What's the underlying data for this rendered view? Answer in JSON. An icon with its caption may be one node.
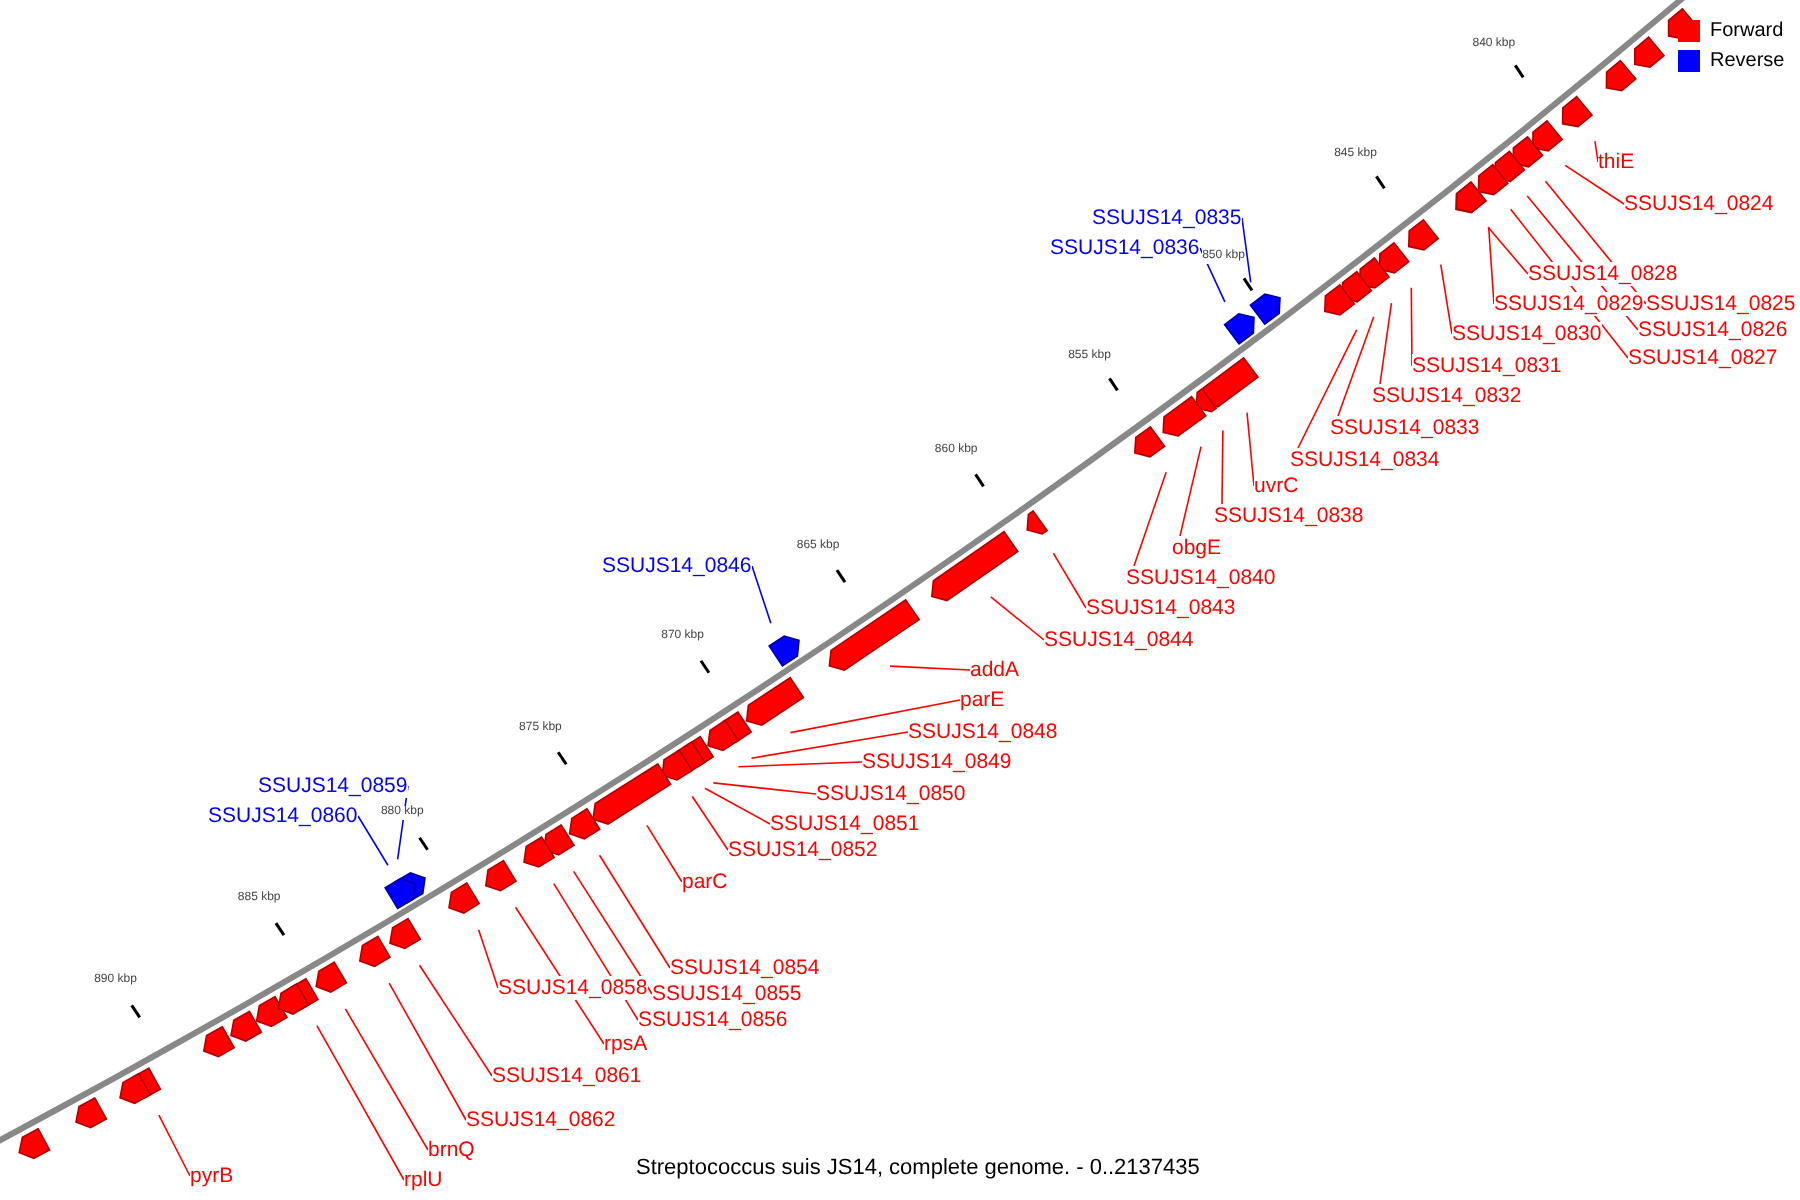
{
  "diagram": {
    "caption": "Streptococcus suis JS14, complete genome. - 0..2137435",
    "nodes": [
      {
        "text": [
          "thiE"
        ]
      },
      {
        "text": [
          "SSUJS14_0824"
        ]
      },
      {
        "text": [
          "SSUJS14_0828"
        ]
      },
      {
        "text": [
          "SSUJS14_0825"
        ]
      },
      {
        "text": [
          "SSUJS14_0829"
        ]
      },
      {
        "text": [
          "SSUJS14_0826"
        ]
      },
      {
        "text": [
          "SSUJS14_0830"
        ]
      },
      {
        "text": [
          "SSUJS14_0827"
        ]
      },
      {
        "text": [
          "SSUJS14_0831"
        ]
      },
      {
        "text": [
          "SSUJS14_0832"
        ]
      },
      {
        "text": [
          "SSUJS14_0833"
        ]
      },
      {
        "text": [
          "SSUJS14_0834"
        ]
      },
      {
        "text": [
          "uvrC"
        ]
      },
      {
        "text": [
          "SSUJS14_0838"
        ]
      },
      {
        "text": [
          "obgE"
        ]
      },
      {
        "text": [
          "SSUJS14_0840"
        ]
      },
      {
        "text": [
          "SSUJS14_0843"
        ]
      },
      {
        "text": [
          "SSUJS14_0844"
        ]
      },
      {
        "text": [
          "addA"
        ]
      },
      {
        "text": [
          "parE"
        ]
      },
      {
        "text": [
          "SSUJS14_0848"
        ]
      },
      {
        "text": [
          "SSUJS14_0849"
        ]
      },
      {
        "text": [
          "SSUJS14_0850"
        ]
      },
      {
        "text": [
          "SSUJS14_0851"
        ]
      },
      {
        "text": [
          "SSUJS14_0852"
        ]
      },
      {
        "text": [
          "parC"
        ]
      },
      {
        "text": [
          "SSUJS14_0854"
        ]
      },
      {
        "text": [
          "SSUJS14_0855"
        ]
      },
      {
        "text": [
          "SSUJS14_0856"
        ]
      },
      {
        "text": [
          "SSUJS14_0858"
        ]
      },
      {
        "text": [
          "rpsA"
        ]
      },
      {
        "text": [
          "SSUJS14_0861"
        ]
      },
      {
        "text": [
          "SSUJS14_0862"
        ]
      },
      {
        "text": [
          "brnQ"
        ]
      },
      {
        "text": [
          "rplU"
        ]
      },
      {
        "text": [
          "pyrB"
        ]
      },
      {
        "text": [
          "SSUJS14_0835"
        ]
      },
      {
        "text": [
          "SSUJS14_0836"
        ]
      },
      {
        "text": [
          "SSUJS14_0846"
        ]
      },
      {
        "text": [
          "SSUJS14_0859"
        ]
      },
      {
        "text": [
          "SSUJS14_0860"
        ]
      }
    ],
    "edges": [
      {
        "from": 0,
        "to": null,
        "arrow": "none"
      },
      {
        "from": 1,
        "to": null,
        "arrow": "none"
      },
      {
        "from": 2,
        "to": null,
        "arrow": "none"
      },
      {
        "from": 3,
        "to": null,
        "arrow": "none"
      },
      {
        "from": 4,
        "to": null,
        "arrow": "none"
      },
      {
        "from": 5,
        "to": null,
        "arrow": "none"
      },
      {
        "from": 6,
        "to": null,
        "arrow": "none"
      },
      {
        "from": 7,
        "to": null,
        "arrow": "none"
      },
      {
        "from": 8,
        "to": null,
        "arrow": "none"
      },
      {
        "from": 9,
        "to": null,
        "arrow": "none"
      },
      {
        "from": 10,
        "to": null,
        "arrow": "none"
      },
      {
        "from": 11,
        "to": null,
        "arrow": "none"
      },
      {
        "from": 12,
        "to": null,
        "arrow": "none"
      },
      {
        "from": 13,
        "to": null,
        "arrow": "none"
      },
      {
        "from": 14,
        "to": null,
        "arrow": "none"
      },
      {
        "from": 15,
        "to": null,
        "arrow": "none"
      },
      {
        "from": 16,
        "to": null,
        "arrow": "none"
      },
      {
        "from": 17,
        "to": null,
        "arrow": "none"
      },
      {
        "from": 18,
        "to": null,
        "arrow": "none"
      },
      {
        "from": 19,
        "to": null,
        "arrow": "none"
      },
      {
        "from": 20,
        "to": null,
        "arrow": "none"
      },
      {
        "from": 21,
        "to": null,
        "arrow": "none"
      },
      {
        "from": 22,
        "to": null,
        "arrow": "none"
      },
      {
        "from": 23,
        "to": null,
        "arrow": "none"
      },
      {
        "from": 24,
        "to": null,
        "arrow": "none"
      },
      {
        "from": 25,
        "to": null,
        "arrow": "none"
      },
      {
        "from": 26,
        "to": null,
        "arrow": "none"
      },
      {
        "from": 27,
        "to": null,
        "arrow": "none"
      },
      {
        "from": 28,
        "to": null,
        "arrow": "none"
      },
      {
        "from": 29,
        "to": null,
        "arrow": "none"
      },
      {
        "from": 30,
        "to": null,
        "arrow": "none"
      },
      {
        "from": 31,
        "to": null,
        "arrow": "none"
      },
      {
        "from": 32,
        "to": null,
        "arrow": "none"
      },
      {
        "from": 33,
        "to": null,
        "arrow": "none"
      },
      {
        "from": 34,
        "to": null,
        "arrow": "none"
      },
      {
        "from": 35,
        "to": null,
        "arrow": "none"
      },
      {
        "from": 36,
        "to": null,
        "arrow": "none",
        "color": "#0000ff"
      },
      {
        "from": 37,
        "to": null,
        "arrow": "none",
        "color": "#0000ff"
      },
      {
        "from": 38,
        "to": null,
        "arrow": "none",
        "color": "#0000ff"
      },
      {
        "from": 39,
        "to": null,
        "arrow": "none",
        "color": "#0000ff"
      },
      {
        "from": 40,
        "to": null,
        "arrow": "none",
        "color": "#0000ff"
      }
    ],
    "labels": [
      "840 kbp",
      "845 kbp",
      "850 kbp",
      "855 kbp",
      "860 kbp",
      "865 kbp",
      "870 kbp",
      "875 kbp",
      "880 kbp",
      "885 kbp",
      "890 kbp"
    ],
    "legend": [
      {
        "text": "Forward",
        "color": "#ff0000"
      },
      {
        "text": "Reverse",
        "color": "#0000ff"
      }
    ]
  }
}
